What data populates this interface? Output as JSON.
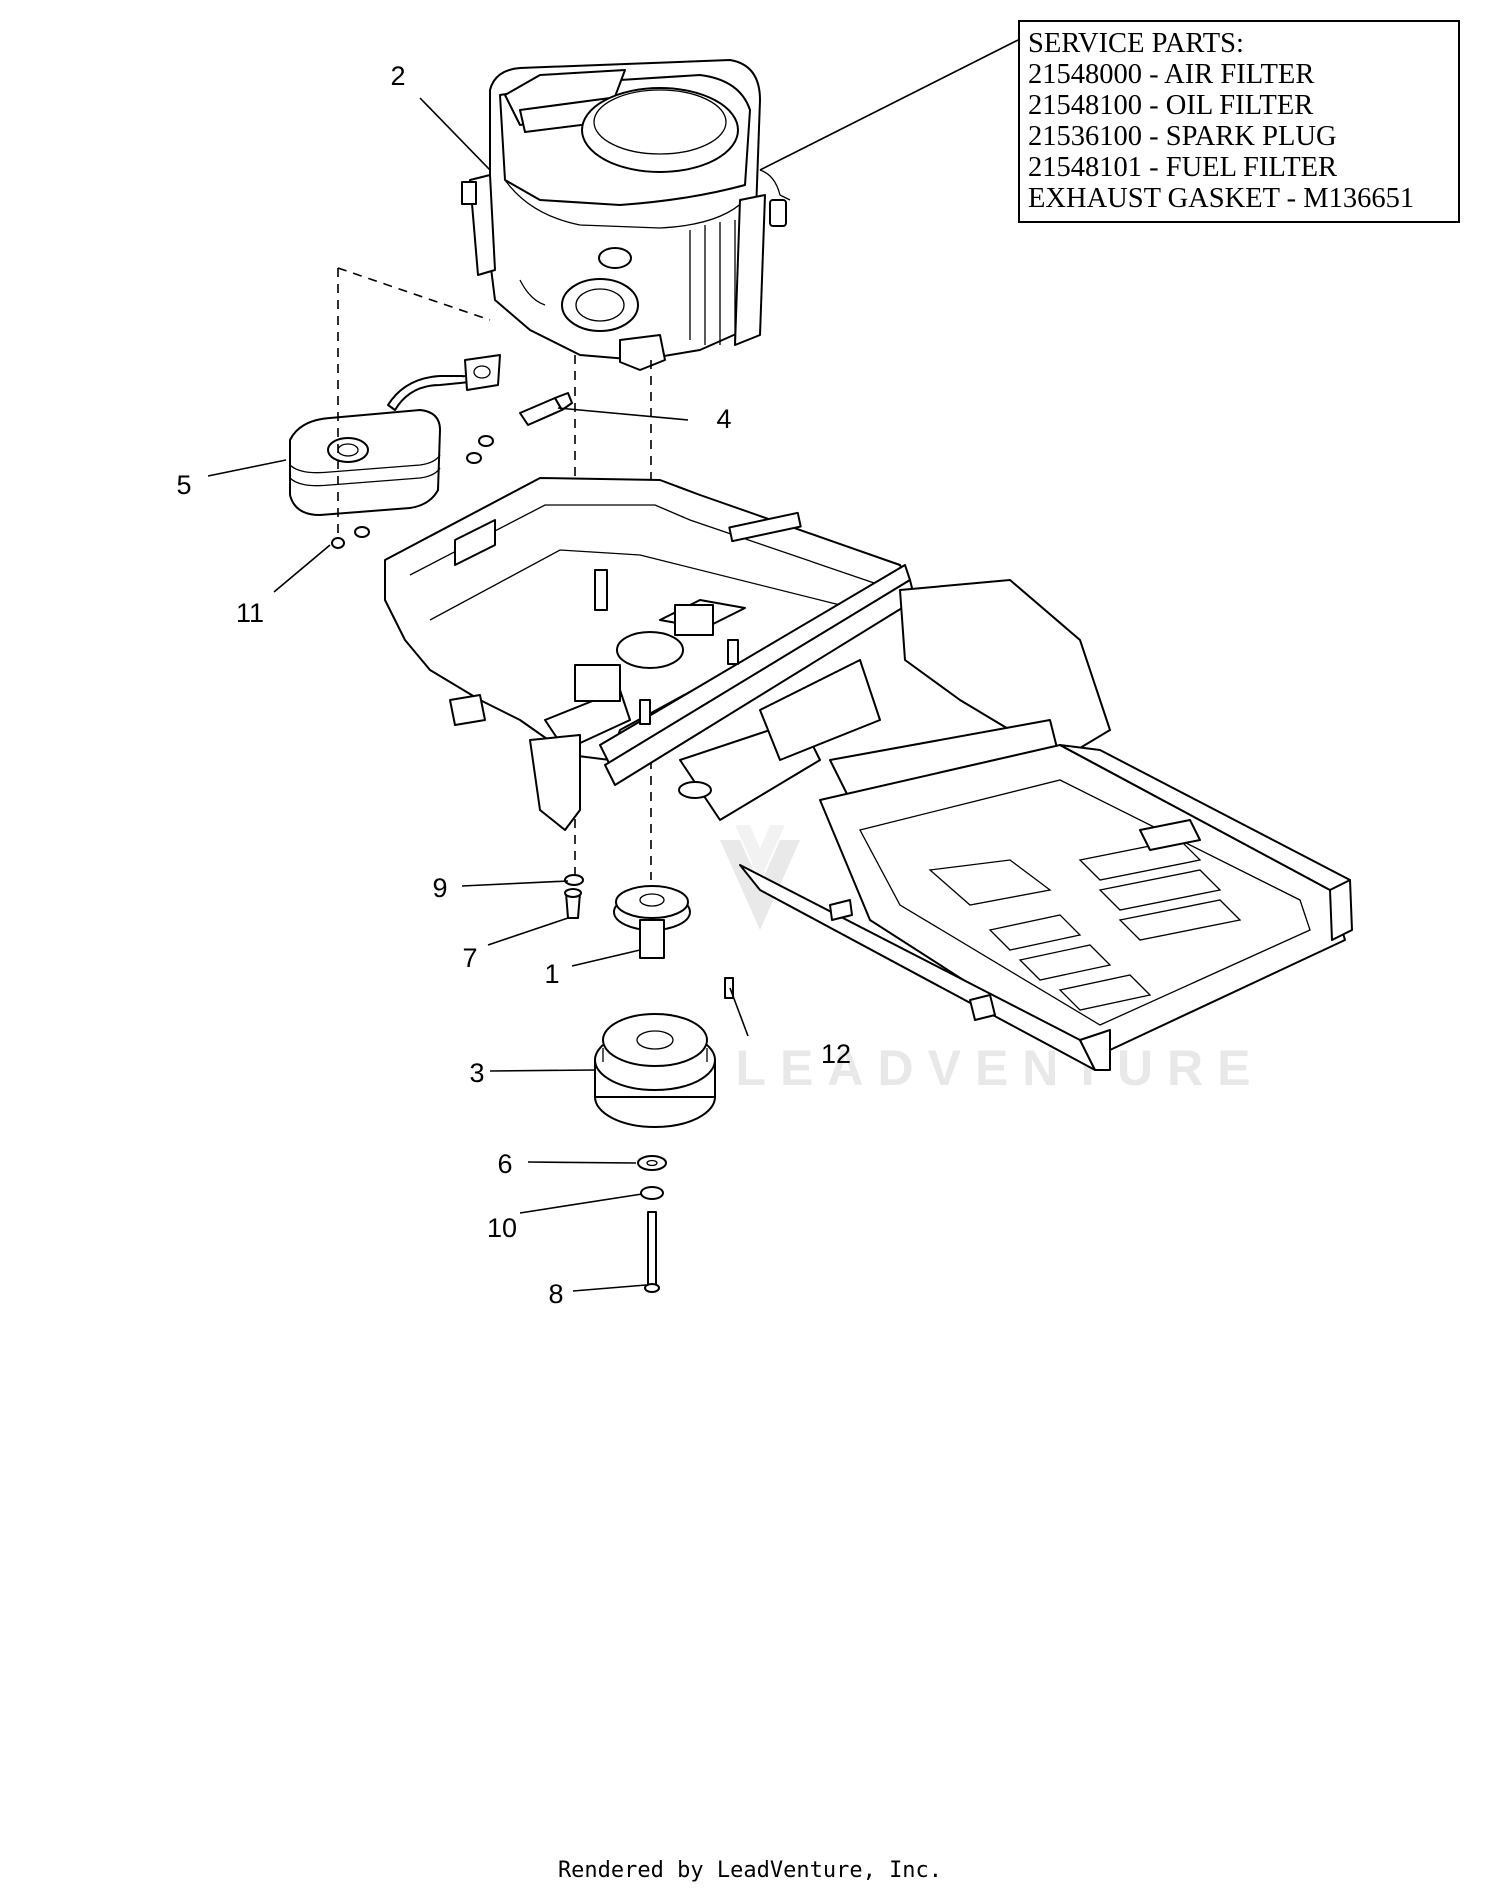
{
  "service_parts": {
    "heading": "SERVICE PARTS:",
    "lines": [
      "21548000 - AIR FILTER",
      "21548100 - OIL FILTER",
      "21536100 - SPARK PLUG",
      "21548101 - FUEL FILTER",
      "EXHAUST GASKET - M136651"
    ]
  },
  "callouts": [
    "2",
    "4",
    "5",
    "11",
    "9",
    "7",
    "1",
    "12",
    "3",
    "6",
    "10",
    "8"
  ],
  "watermark": "LEADVENTURE",
  "footer": "Rendered by LeadVenture, Inc."
}
